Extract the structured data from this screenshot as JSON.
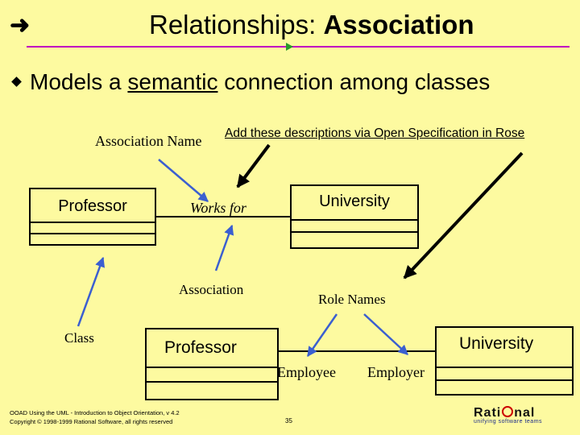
{
  "slide": {
    "title_prefix": "Relationships: ",
    "title_bold": "Association",
    "bullet": {
      "before": "Models a ",
      "underlined": "semantic",
      "after": " connection among classes"
    }
  },
  "labels": {
    "association_name": "Association Name",
    "rose_note": "Add these descriptions via Open Specification in Rose",
    "works_for": "Works for",
    "association": "Association",
    "role_names": "Role Names",
    "class": "Class",
    "employee": "Employee",
    "employer": "Employer"
  },
  "classes": {
    "professor_top": "Professor",
    "university_top": "University",
    "professor_bottom": "Professor",
    "university_bottom": "University"
  },
  "footer": {
    "line1": "OOAD Using the UML - Introduction to Object Orientation, v 4.2",
    "line2": "Copyright © 1998-1999 Rational Software, all rights reserved",
    "page": "35"
  },
  "logo": {
    "word_start": "Rati",
    "word_end": "nal",
    "tagline": "unifying software teams"
  },
  "colors": {
    "background": "#fdfaa0",
    "title_rule": "#c000c0",
    "annotation_arrow": "#3b5fd0",
    "rose_arrow": "#000000"
  },
  "icons": {
    "title_marker": "right-arrow-icon",
    "bullet_marker": "diamond-bullet-icon"
  }
}
